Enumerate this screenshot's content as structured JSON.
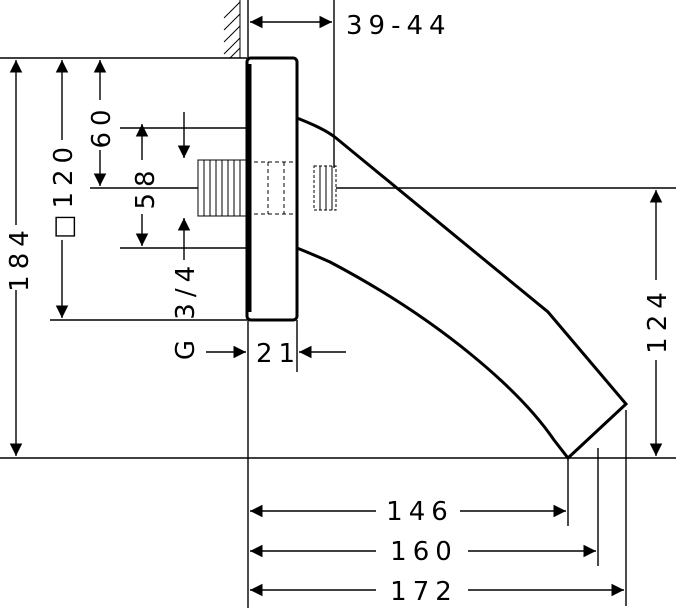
{
  "drawing": {
    "dimensions": {
      "wall_depth": "39-44",
      "plate_height": "184",
      "plate_square": "□120",
      "connection_offset": "60",
      "thread_span": "58",
      "thread": "G 3/4",
      "plate_thickness": "21",
      "outlet_height": "124",
      "reach_146": "146",
      "reach_160": "160",
      "reach_172": "172"
    }
  }
}
